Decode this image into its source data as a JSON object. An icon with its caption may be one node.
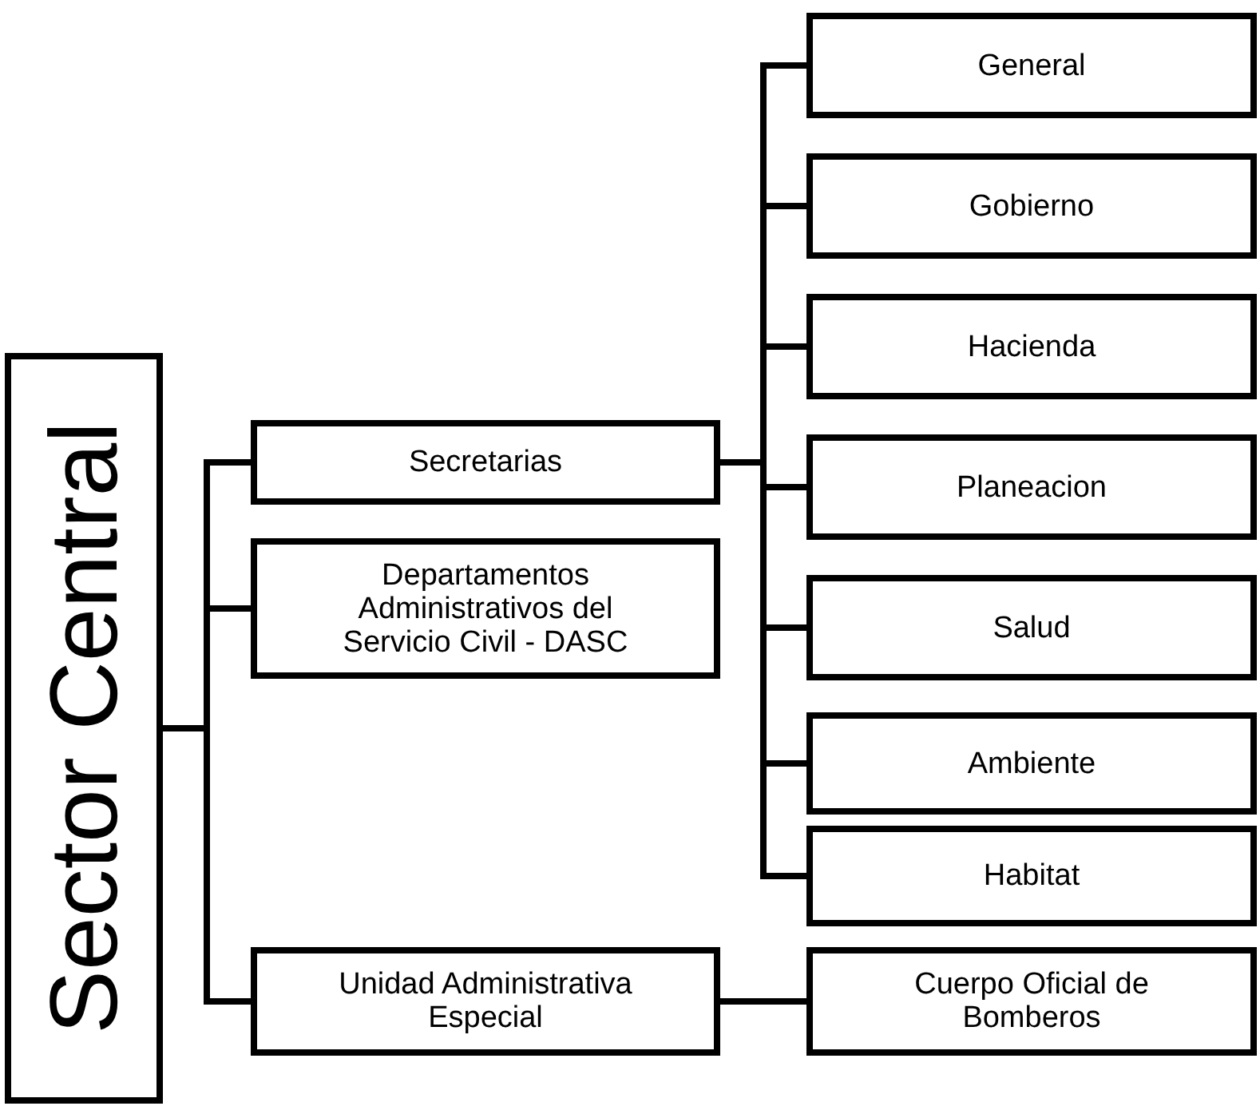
{
  "diagram": {
    "nodes": [
      {
        "text": [
          "Sector Central"
        ]
      },
      {
        "text": [
          "Secretarias"
        ]
      },
      {
        "text": [
          "Departamentos Administrativos del Servicio Civil - DASC"
        ]
      },
      {
        "text": [
          "Unidad Administrativa Especial"
        ]
      },
      {
        "text": [
          "General"
        ]
      },
      {
        "text": [
          "Gobierno"
        ]
      },
      {
        "text": [
          "Hacienda"
        ]
      },
      {
        "text": [
          "Planeacion"
        ]
      },
      {
        "text": [
          "Salud"
        ]
      },
      {
        "text": [
          "Ambiente"
        ]
      },
      {
        "text": [
          "Habitat"
        ]
      },
      {
        "text": [
          "Cuerpo Oficial de Bomberos"
        ]
      }
    ],
    "edges": [
      {
        "from": 0,
        "to": 1,
        "arrow": "none"
      },
      {
        "from": 0,
        "to": 2,
        "arrow": "none"
      },
      {
        "from": 0,
        "to": 3,
        "arrow": "none"
      },
      {
        "from": 1,
        "to": 4,
        "arrow": "none"
      },
      {
        "from": 1,
        "to": 5,
        "arrow": "none"
      },
      {
        "from": 1,
        "to": 6,
        "arrow": "none"
      },
      {
        "from": 1,
        "to": 7,
        "arrow": "none"
      },
      {
        "from": 1,
        "to": 8,
        "arrow": "none"
      },
      {
        "from": 1,
        "to": 9,
        "arrow": "none"
      },
      {
        "from": 1,
        "to": 10,
        "arrow": "none"
      },
      {
        "from": 3,
        "to": 11,
        "arrow": "none"
      }
    ]
  }
}
